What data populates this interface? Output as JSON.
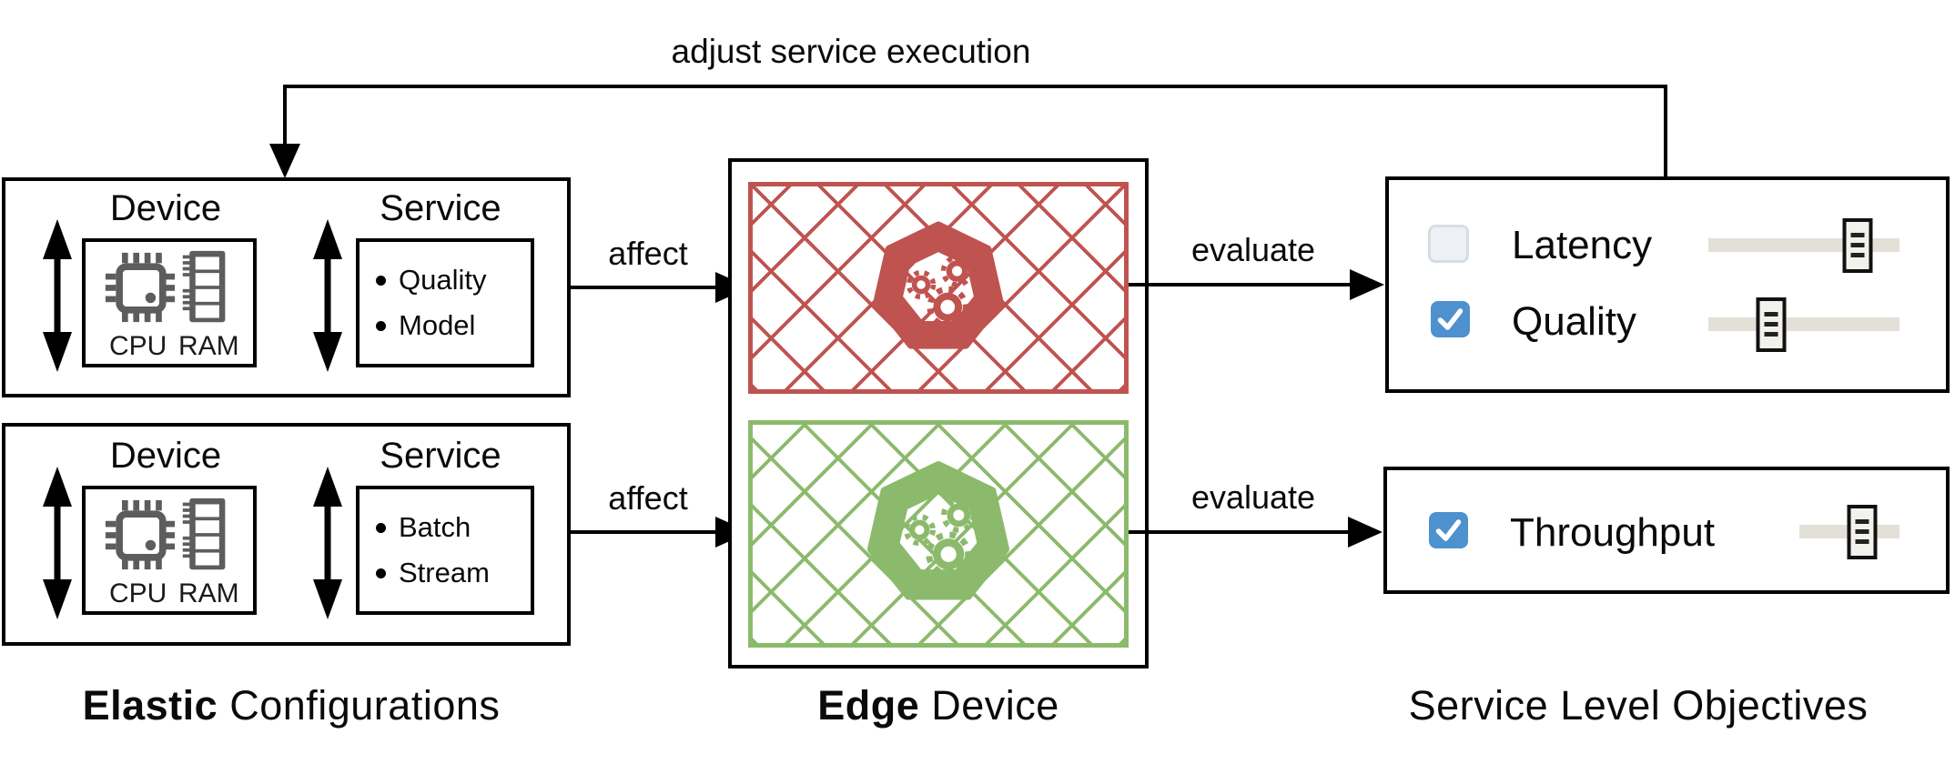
{
  "feedback_label": "adjust service execution",
  "colors": {
    "pod_red": "#bf5350",
    "pod_green": "#8cba6c",
    "checkbox_blue": "#4d91ce",
    "slider_track": "#e3e0d8",
    "icon_gray": "#5d5d5d"
  },
  "elastic": {
    "caption": {
      "bold": "Elastic",
      "rest": " Configurations"
    },
    "affect_labels": [
      "affect",
      "affect"
    ],
    "boxes": [
      {
        "device": {
          "title": "Device",
          "cpu": "CPU",
          "ram": "RAM"
        },
        "service": {
          "title": "Service",
          "items": [
            "Quality",
            "Model"
          ]
        }
      },
      {
        "device": {
          "title": "Device",
          "cpu": "CPU",
          "ram": "RAM"
        },
        "service": {
          "title": "Service",
          "items": [
            "Batch",
            "Stream"
          ]
        }
      }
    ]
  },
  "edge": {
    "caption": {
      "bold": "Edge",
      "rest": " Device"
    },
    "evaluate_labels": [
      "evaluate",
      "evaluate"
    ],
    "pods": [
      {
        "name": "service-pod-red",
        "color": "#bf5350"
      },
      {
        "name": "service-pod-green",
        "color": "#8cba6c"
      }
    ]
  },
  "slo": {
    "caption": "Service Level Objectives",
    "panels": [
      {
        "rows": [
          {
            "label": "Latency",
            "checked": false,
            "slider_pos": 0.78
          },
          {
            "label": "Quality",
            "checked": true,
            "slider_pos": 0.33
          }
        ]
      },
      {
        "rows": [
          {
            "label": "Throughput",
            "checked": true,
            "slider_pos": 0.63
          }
        ]
      }
    ]
  }
}
